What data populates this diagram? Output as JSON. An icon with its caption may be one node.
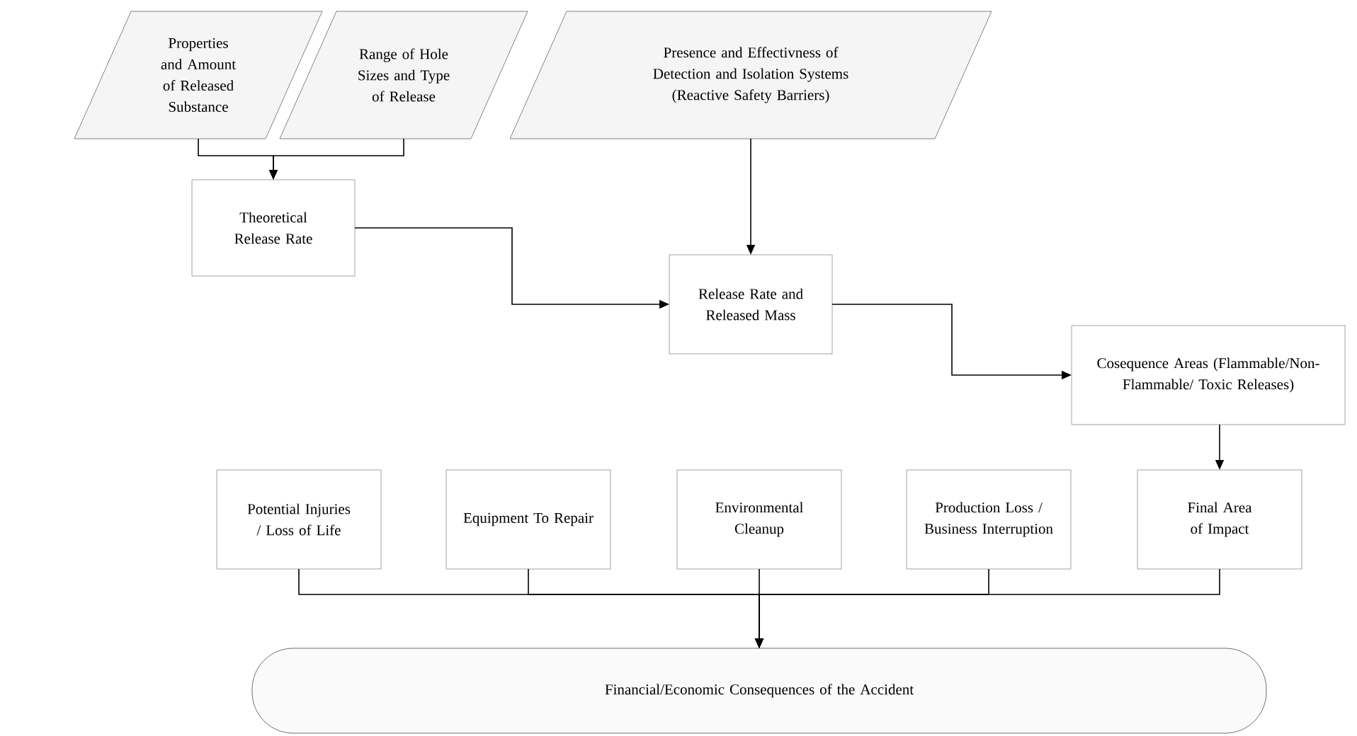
{
  "diagram": {
    "nodes": [
      {
        "text": [
          "Properties and Amount of Released Substance"
        ]
      },
      {
        "text": [
          "Range of Hole Sizes and Type of Release"
        ]
      },
      {
        "text": [
          "Presence and Effectivness of Detection and Isolation Systems (Reactive Safety Barriers)"
        ]
      },
      {
        "text": [
          "Theoretical Release Rate"
        ]
      },
      {
        "text": [
          "Release Rate and Released Mass"
        ]
      },
      {
        "text": [
          "Cosequence Areas (Flammable/Non-Flammable/ Toxic Releases)"
        ]
      },
      {
        "text": [
          "Potential Injuries / Loss of Life"
        ]
      },
      {
        "text": [
          "Equipment To Repair"
        ]
      },
      {
        "text": [
          "Environmental Cleanup"
        ]
      },
      {
        "text": [
          "Production Loss / Business Interruption"
        ]
      },
      {
        "text": [
          "Final Area of Impact"
        ]
      },
      {
        "text": [
          "Financial/Economic Consequences of the Accident"
        ]
      }
    ],
    "edges": [
      {
        "from": 0,
        "to": 3,
        "arrow": "to"
      },
      {
        "from": 1,
        "to": 3,
        "arrow": "to"
      },
      {
        "from": 3,
        "to": 4,
        "arrow": "to"
      },
      {
        "from": 2,
        "to": 4,
        "arrow": "to"
      },
      {
        "from": 4,
        "to": 5,
        "arrow": "to"
      },
      {
        "from": 5,
        "to": 10,
        "arrow": "to"
      },
      {
        "from": 6,
        "to": 11,
        "arrow": "to"
      },
      {
        "from": 7,
        "to": 11,
        "arrow": "to"
      },
      {
        "from": 8,
        "to": 11,
        "arrow": "to"
      },
      {
        "from": 9,
        "to": 11,
        "arrow": "to"
      },
      {
        "from": 10,
        "to": 11,
        "arrow": "to"
      }
    ]
  }
}
